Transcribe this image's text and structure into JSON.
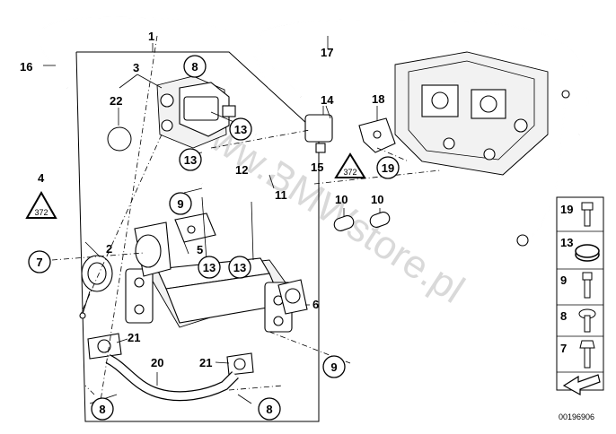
{
  "callouts": {
    "c1": "1",
    "c2": "2",
    "c3": "3",
    "c4": "4",
    "c5": "5",
    "c6": "6",
    "c7": "7",
    "c8a": "8",
    "c8b": "8",
    "c8c": "8",
    "c9a": "9",
    "c9b": "9",
    "c10a": "10",
    "c10b": "10",
    "c11": "11",
    "c12": "12",
    "c13a": "13",
    "c13b": "13",
    "c13c": "13",
    "c13d": "13",
    "c14": "14",
    "c15": "15",
    "c16": "16",
    "c17": "17",
    "c18": "18",
    "c19": "19",
    "c20": "20",
    "c21a": "21",
    "c21b": "21",
    "c22": "22"
  },
  "warning_label": "372",
  "legend": {
    "items": [
      {
        "number": "19",
        "icon": "bolt-icon"
      },
      {
        "number": "13",
        "icon": "hose-clamp-icon"
      },
      {
        "number": "9",
        "icon": "screw-icon"
      },
      {
        "number": "8",
        "icon": "flange-screw-icon"
      },
      {
        "number": "7",
        "icon": "hex-bolt-icon"
      }
    ]
  },
  "diagram_id": "00196906",
  "watermark": "www.BMWstore.pl"
}
